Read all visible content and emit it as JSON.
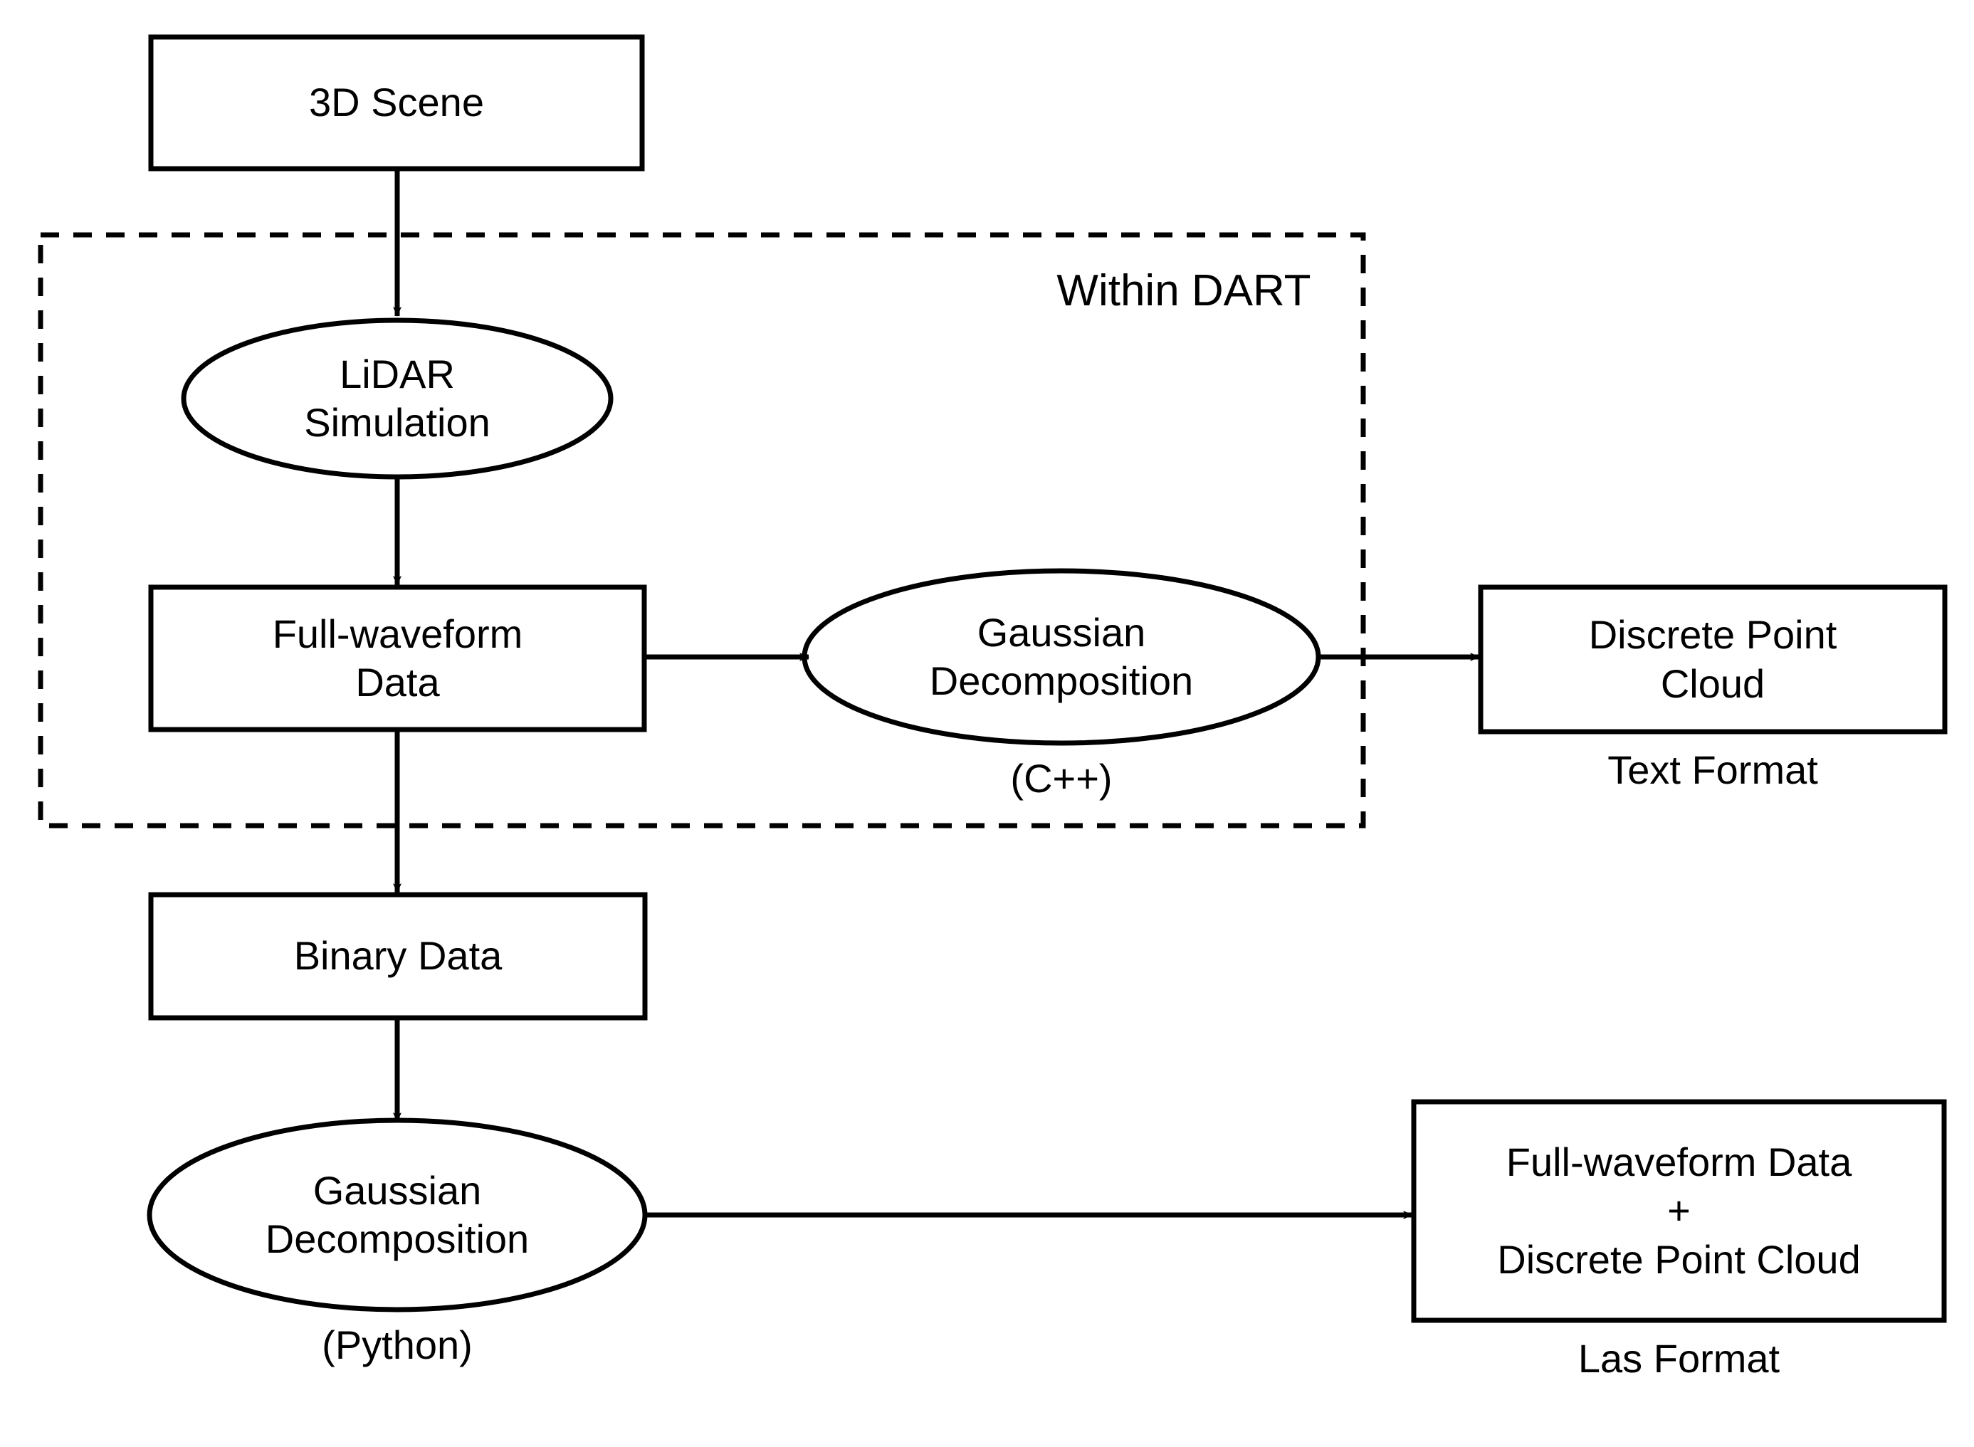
{
  "diagram": {
    "title_group": {
      "label": "Within DART",
      "border_style": "dashed",
      "color": "#000000"
    },
    "nodes": [
      {
        "id": "scene",
        "shape": "rectangle",
        "lines": [
          "3D Scene"
        ]
      },
      {
        "id": "lidar-simulation",
        "shape": "ellipse",
        "lines": [
          "LiDAR",
          "Simulation"
        ]
      },
      {
        "id": "full-waveform-data",
        "shape": "rectangle",
        "lines": [
          "Full-waveform",
          "Data"
        ]
      },
      {
        "id": "gaussian-decomposition-cpp",
        "shape": "ellipse",
        "lines": [
          "Gaussian",
          "Decomposition"
        ],
        "caption": "(C++)"
      },
      {
        "id": "discrete-point-cloud",
        "shape": "rectangle",
        "lines": [
          "Discrete Point",
          "Cloud"
        ],
        "caption": "Text Format"
      },
      {
        "id": "binary-data",
        "shape": "rectangle",
        "lines": [
          "Binary Data"
        ]
      },
      {
        "id": "gaussian-decomposition-python",
        "shape": "ellipse",
        "lines": [
          "Gaussian",
          "Decomposition"
        ],
        "caption": "(Python)"
      },
      {
        "id": "las-output",
        "shape": "rectangle",
        "lines": [
          "Full-waveform Data",
          "+",
          "Discrete Point Cloud"
        ],
        "caption": "Las Format"
      }
    ],
    "edges": [
      {
        "from": "scene",
        "to": "lidar-simulation",
        "direction": "down"
      },
      {
        "from": "lidar-simulation",
        "to": "full-waveform-data",
        "direction": "down"
      },
      {
        "from": "full-waveform-data",
        "to": "gaussian-decomposition-cpp",
        "direction": "right"
      },
      {
        "from": "gaussian-decomposition-cpp",
        "to": "discrete-point-cloud",
        "direction": "right"
      },
      {
        "from": "full-waveform-data",
        "to": "binary-data",
        "direction": "down"
      },
      {
        "from": "binary-data",
        "to": "gaussian-decomposition-python",
        "direction": "down"
      },
      {
        "from": "gaussian-decomposition-python",
        "to": "las-output",
        "direction": "right"
      }
    ],
    "stroke_color": "#000000",
    "fill_color": "#ffffff",
    "background": "#ffffff"
  },
  "labels": {
    "scene": "3D Scene",
    "lidar_line1": "LiDAR",
    "lidar_line2": "Simulation",
    "fwf_line1": "Full-waveform",
    "fwf_line2": "Data",
    "gauss_cpp_line1": "Gaussian",
    "gauss_cpp_line2": "Decomposition",
    "gauss_cpp_caption": "(C++)",
    "dpc_line1": "Discrete Point",
    "dpc_line2": "Cloud",
    "dpc_caption": "Text Format",
    "binary": "Binary Data",
    "gauss_py_line1": "Gaussian",
    "gauss_py_line2": "Decomposition",
    "gauss_py_caption": "(Python)",
    "las_line1": "Full-waveform Data",
    "las_line2": "+",
    "las_line3": "Discrete Point Cloud",
    "las_caption": "Las Format",
    "group_title": "Within DART"
  }
}
